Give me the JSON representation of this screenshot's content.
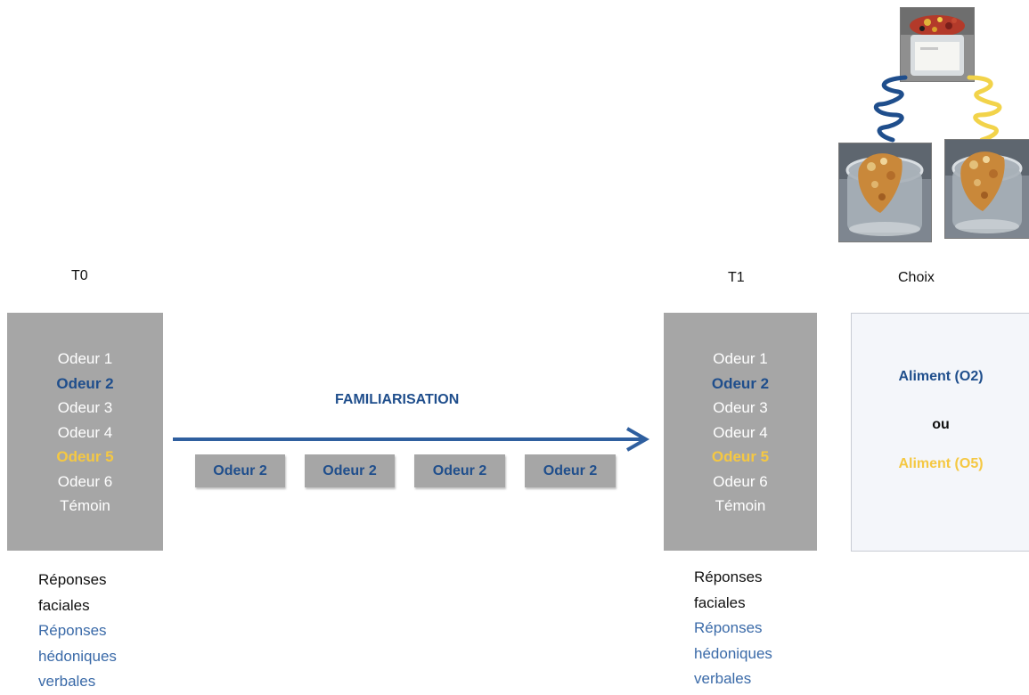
{
  "t0": {
    "title": "T0"
  },
  "t1": {
    "title": "T1"
  },
  "choice": {
    "title": "Choix",
    "option1": "Aliment (O2)",
    "or": "ou",
    "option2": "Aliment (O5)"
  },
  "odors": [
    "Odeur 1",
    "Odeur 2",
    "Odeur 3",
    "Odeur 4",
    "Odeur 5",
    "Odeur 6",
    "Témoin"
  ],
  "familiarisation": {
    "label": "FAMILIARISATION",
    "chips": [
      "Odeur 2",
      "Odeur 2",
      "Odeur 2",
      "Odeur 2"
    ]
  },
  "responses": {
    "line1": "Réponses",
    "line2": "faciales",
    "line3": "Réponses",
    "line4": "hédoniques",
    "line5": "verbales"
  },
  "colors": {
    "box_gray": "#a6a6a6",
    "accent_blue": "#1f4e8c",
    "accent_yellow": "#f5c842",
    "arrow_blue": "#2f5f9f"
  },
  "icons": [
    "jar-photo",
    "jar-photo",
    "jar-photo",
    "blue-squiggle",
    "yellow-squiggle"
  ]
}
